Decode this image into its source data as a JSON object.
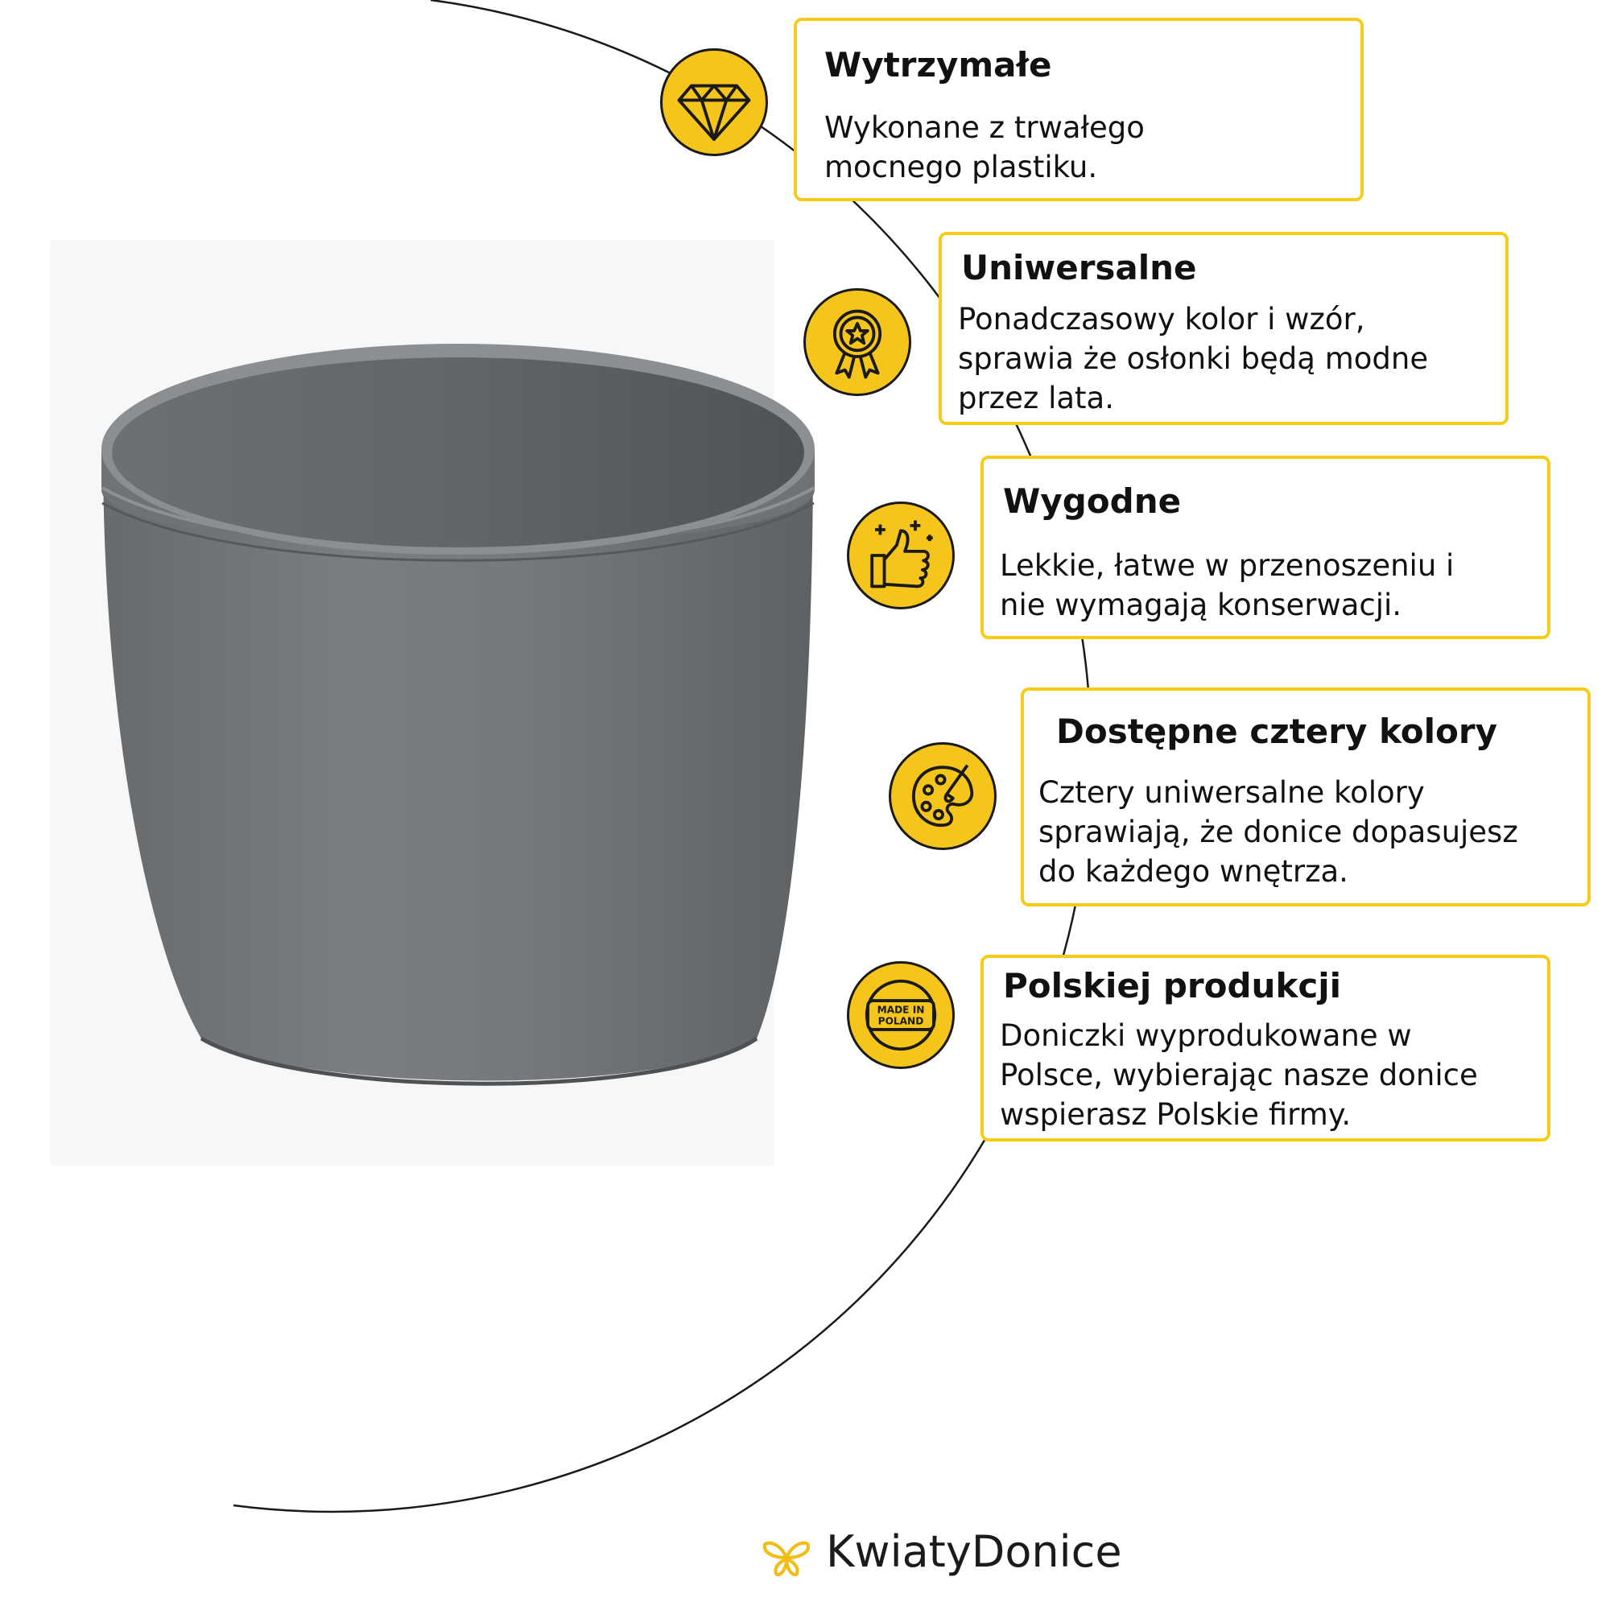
{
  "features": [
    {
      "title": "Wytrzymałe",
      "lines": [
        "Wykonane z trwałego",
        "mocnego plastiku."
      ],
      "icon": "diamond-icon"
    },
    {
      "title": "Uniwersalne",
      "lines": [
        "Ponadczasowy kolor i wzór,",
        "sprawia że osłonki będą modne",
        "przez lata."
      ],
      "icon": "award-ribbon-icon"
    },
    {
      "title": "Wygodne",
      "lines": [
        "Lekkie, łatwe w przenoszeniu i",
        "nie wymagają konserwacji."
      ],
      "icon": "thumbs-up-sparkle-icon"
    },
    {
      "title": "Dostępne cztery kolory",
      "lines": [
        "Cztery uniwersalne kolory",
        "sprawiają, że donice dopasujesz",
        "do każdego wnętrza."
      ],
      "icon": "paint-palette-icon"
    },
    {
      "title": "Polskiej produkcji",
      "lines": [
        "Doniczki wyprodukowane w",
        "Polsce, wybierając nasze donice",
        "wspierasz Polskie firmy."
      ],
      "icon": "made-in-poland-stamp-icon",
      "stamp_lines": [
        "MADE IN",
        "POLAND"
      ]
    }
  ],
  "brand": {
    "name": "KwiatyDonice",
    "icon": "butterfly-logo-icon"
  },
  "colors": {
    "accent": "#f6cc18",
    "badge_fill": "#f6c51b",
    "pot_body": "#737779",
    "pot_interior": "#5b5f62",
    "text": "#111111"
  }
}
